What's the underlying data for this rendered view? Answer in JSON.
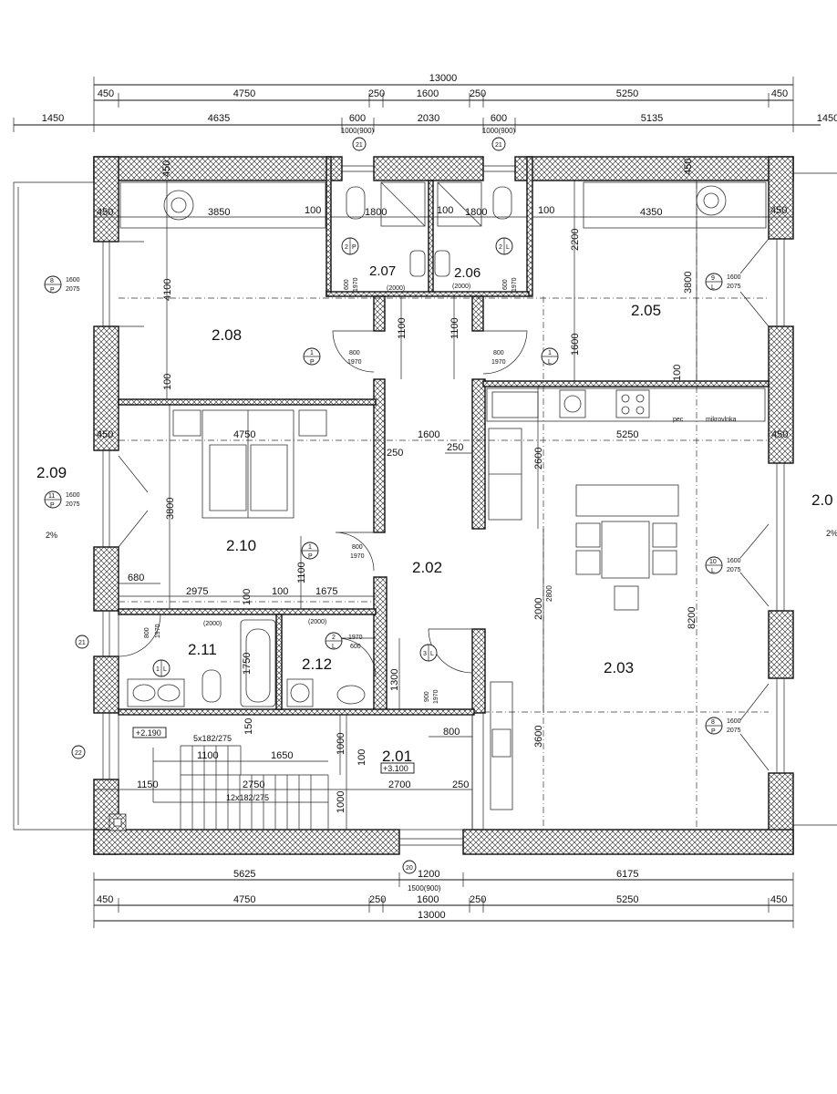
{
  "dims_top": {
    "total": "13000",
    "row1": [
      "450",
      "4750",
      "250",
      "1600",
      "250",
      "5250",
      "450"
    ],
    "row2": [
      "1450",
      "4635",
      "600",
      "1000(900)",
      "2030",
      "600",
      "1000(900)",
      "5135",
      "1450"
    ]
  },
  "dims_bottom": {
    "row1": [
      "5625",
      "1200",
      "1500(900)",
      "6175"
    ],
    "row2": [
      "450",
      "4750",
      "250",
      "1600",
      "250",
      "5250",
      "450"
    ],
    "total": "13000"
  },
  "rooms": {
    "r201": "2.01",
    "r202": "2.02",
    "r203": "2.03",
    "r205": "2.05",
    "r206": "2.06",
    "r207": "2.07",
    "r208": "2.08",
    "r209": "2.09",
    "r210": "2.10",
    "r211": "2.11",
    "r212": "2.12",
    "r2x": "2.0"
  },
  "levels": {
    "stair_landing": "+2.190",
    "hall": "+3.100"
  },
  "slopes": {
    "left": "2%",
    "right": "2%"
  },
  "stairs": {
    "upper": "5x182/275",
    "lower": "12x182/275"
  },
  "appliances": {
    "oven": "pec",
    "microwave": "mikrovlnka"
  },
  "window_tags": {
    "w8": {
      "num": "8",
      "type": "P",
      "w": "1600",
      "h": "2075"
    },
    "w9": {
      "num": "9",
      "type": "L",
      "w": "1600",
      "h": "2075"
    },
    "w11": {
      "num": "11",
      "type": "P",
      "w": "1600",
      "h": "2075"
    },
    "w10": {
      "num": "10",
      "type": "L",
      "w": "1600",
      "h": "2075"
    },
    "w8b": {
      "num": "8",
      "type": "P",
      "w": "1600",
      "h": "2075"
    }
  },
  "door_tags": {
    "d208": {
      "num": "1",
      "type": "P",
      "w": "800",
      "h": "1970"
    },
    "d205": {
      "num": "1",
      "type": "L",
      "w": "800",
      "h": "1970"
    },
    "d210": {
      "num": "1",
      "type": "P",
      "w": "800",
      "h": "1970"
    },
    "d211": {
      "num": "1",
      "type": "L",
      "w": "800",
      "h": "1970"
    },
    "d212": {
      "num": "2",
      "type": "L",
      "w": "1970",
      "h": "600"
    },
    "d203": {
      "num": "3",
      "type": "L",
      "w": "900",
      "h": "1970"
    },
    "d207": {
      "num": "2",
      "type": "P",
      "w": "600",
      "h": "1970"
    },
    "d206": {
      "num": "2",
      "type": "L",
      "w": "600",
      "h": "1970"
    }
  },
  "small_tags": {
    "t21a": "21",
    "t21b": "21",
    "t21c": "21",
    "t22": "22",
    "t20": "20"
  },
  "height_notes": {
    "h207": "(2000)",
    "h206": "(2000)",
    "h210": "(2000)",
    "h212": "(2000)"
  },
  "interior_dims": {
    "d450a": "450",
    "d3850": "3850",
    "d100a": "100",
    "d1800a": "1800",
    "d100b": "100",
    "d1800b": "1800",
    "d100c": "100",
    "d4350": "4350",
    "d450b": "450",
    "d450c": "450",
    "d4100": "4100",
    "d2200": "2200",
    "d3800a": "3800",
    "d1100a": "1100",
    "d1100b": "1100",
    "d1600v": "1600",
    "d100d": "100",
    "d100e": "100",
    "d450d": "450",
    "d4750": "4750",
    "d1600h": "1600",
    "d5250": "5250",
    "d450e": "450",
    "d250a": "250",
    "d250b": "250",
    "d2600": "2600",
    "d3800b": "3800",
    "d680": "680",
    "d2975": "2975",
    "d100f": "100",
    "d1675": "1675",
    "d1100c": "1100",
    "d100g": "100",
    "d2000": "2000",
    "d2800": "2800",
    "d8200": "8200",
    "d1750": "1750",
    "d1300": "1300",
    "d150": "150",
    "d3600": "3600",
    "d800": "800",
    "d1000a": "1000",
    "d1100d": "1100",
    "d1650": "1650",
    "d100h": "100",
    "d1150": "1150",
    "d2750": "2750",
    "d2700": "2700",
    "d250c": "250",
    "d1000b": "1000",
    "d450f": "450"
  }
}
